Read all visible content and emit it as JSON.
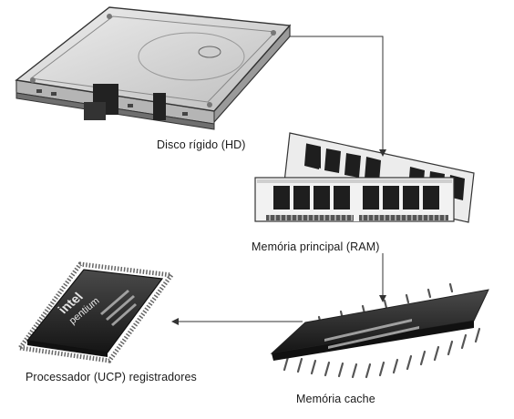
{
  "labels": {
    "hd": "Disco rígido (HD)",
    "ram": "Memória principal (RAM)",
    "cpu": "Processador (UCP) registradores",
    "cache": "Memória cache"
  },
  "chip_marks": {
    "cpu_logo": "intel",
    "cpu_brand": "pentium"
  },
  "colors": {
    "line": "#333333",
    "hd_body": "#d9d9d9",
    "ram_chip": "#1e1e1e",
    "cpu_body": "#2b2b2b",
    "cache_body": "#2a2a2a"
  }
}
